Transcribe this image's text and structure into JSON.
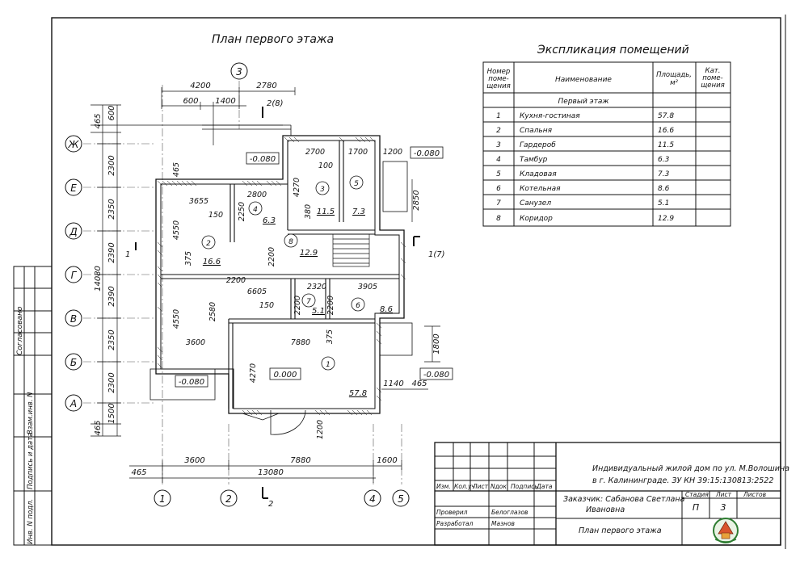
{
  "plan_title": "План первого этажа",
  "section_marks": {
    "top": "2(8)",
    "right": "1(7)",
    "bottom": "2",
    "left": "1"
  },
  "axes": {
    "vertical": [
      "1",
      "2",
      "3",
      "4",
      "5"
    ],
    "horizontal": [
      "Ж",
      "Е",
      "Д",
      "Г",
      "В",
      "Б",
      "А"
    ]
  },
  "dimensions": {
    "top_row1": [
      "4200",
      "2780"
    ],
    "top_row2": [
      "600",
      "1400"
    ],
    "left_outer": [
      "465",
      "600",
      "2300",
      "2350",
      "2390",
      "2390",
      "2350",
      "2300",
      "1500",
      "465"
    ],
    "left_total": "14080",
    "bottom_row1": [
      "3600",
      "7880",
      "1600"
    ],
    "bottom_total": "13080",
    "bottom_465": "465",
    "right_1800": "1800",
    "right_2850": "2850",
    "right_1140": "1140",
    "right_465": "465",
    "inner": [
      "3655",
      "2800",
      "2700",
      "1700",
      "1200",
      "4270",
      "100",
      "2250",
      "150",
      "380",
      "4550",
      "375",
      "2200",
      "2200",
      "6605",
      "2320",
      "3905",
      "2580",
      "150",
      "2200",
      "2200",
      "4550",
      "3600",
      "7880",
      "375",
      "4270",
      "1200",
      "465"
    ]
  },
  "levels": [
    "-0.080",
    "-0.080",
    "-0.080",
    "-0.080",
    "0.000"
  ],
  "rooms": [
    {
      "num": "1",
      "area": "57.8"
    },
    {
      "num": "2",
      "area": "16.6"
    },
    {
      "num": "3",
      "area": "11.5"
    },
    {
      "num": "4",
      "area": "6.3"
    },
    {
      "num": "5",
      "area": "7.3"
    },
    {
      "num": "6",
      "area": "8.6"
    },
    {
      "num": "7",
      "area": "5.1"
    },
    {
      "num": "8",
      "area": "12.9"
    }
  ],
  "explication": {
    "title": "Экспликация помещений",
    "headers": {
      "num": "Номер поме- щения",
      "name": "Наименование",
      "area": "Площадь, м²",
      "cat": "Кат. поме- щения"
    },
    "floor_label": "Первый этаж",
    "rows": [
      {
        "num": "1",
        "name": "Кухня-гостиная",
        "area": "57.8"
      },
      {
        "num": "2",
        "name": "Спальня",
        "area": "16.6"
      },
      {
        "num": "3",
        "name": "Гардероб",
        "area": "11.5"
      },
      {
        "num": "4",
        "name": "Тамбур",
        "area": "6.3"
      },
      {
        "num": "5",
        "name": "Кладовая",
        "area": "7.3"
      },
      {
        "num": "6",
        "name": "Котельная",
        "area": "8.6"
      },
      {
        "num": "7",
        "name": "Санузел",
        "area": "5.1"
      },
      {
        "num": "8",
        "name": "Коридор",
        "area": "12.9"
      }
    ]
  },
  "side_stamp": {
    "agreed": "Согласовано",
    "labels": [
      "Взам.инв. N",
      "Подпись и дата",
      "Инв. N подл."
    ]
  },
  "title_block": {
    "project_line1": "Индивидуальный жилой дом по ул. М.Волошина",
    "project_line2": "в г. Калининграде. ЗУ КН 39:15:130813:2522",
    "customer_line1": "Заказчик: Сабанова Светлана",
    "customer_line2": "Ивановна",
    "sheet_title": "План первого этажа",
    "col_headers": [
      "Изм.",
      "Кол.уч",
      "Лист",
      "Nдок.",
      "Подпись",
      "Дата"
    ],
    "stage_label": "Стадия",
    "sheet_label": "Лист",
    "sheets_label": "Листов",
    "stage": "П",
    "sheet": "3",
    "sheets": "",
    "checked_label": "Проверил",
    "checked_name": "Белоглазов",
    "developed_label": "Разработал",
    "developed_name": "Мазнов"
  }
}
